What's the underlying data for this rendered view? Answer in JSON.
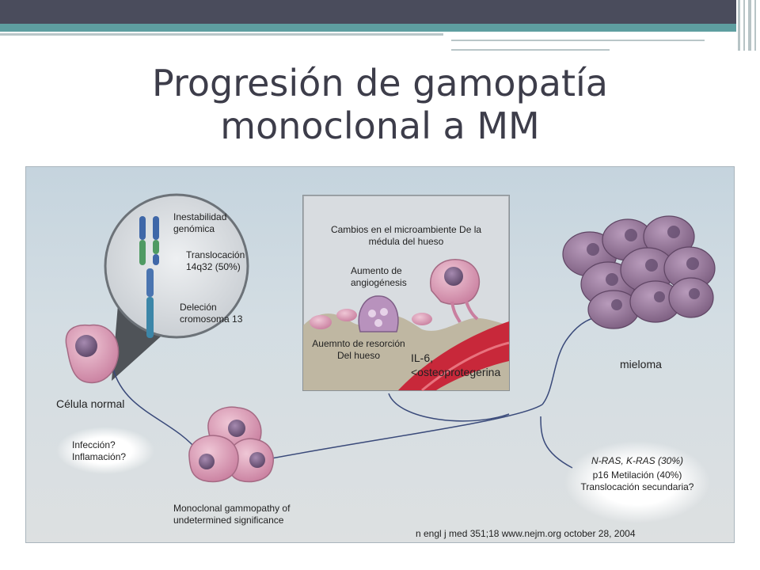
{
  "title": "Progresión de gamopatía monoclonal a MM",
  "labels": {
    "instability": "Inestabilidad genómica",
    "translocation": "Translocación 14q32 (50%)",
    "deletion": "Deleción cromosoma 13",
    "microenv": "Cambios en el microambiente De la médula del hueso",
    "angiogenesis": "Aumento de angiogénesis",
    "resorption": "Auemnto de resorción Del hueso",
    "il6": "IL-6, <osteoprotegerina",
    "myeloma": "mieloma",
    "normal_cell": "Célula normal",
    "infection": "Infección? Inflamación?",
    "mgus": "Monoclonal gammopathy of undetermined significance",
    "mutations_ras": "N-RAS, K-RAS (30%)",
    "mutations_rest": "p16 Metilación (40%) Translocación secundaria?",
    "citation": "n engl j med 351;18 www.nejm.org october 28, 2004"
  },
  "colors": {
    "header_bar": "#4a4c5c",
    "accent_teal": "#5e9ea0",
    "title_text": "#3d3d4a",
    "cell_pink": "#d79bb4",
    "myeloma_purple": "#9b7a9c",
    "blood_vessel": "#c8283a"
  }
}
